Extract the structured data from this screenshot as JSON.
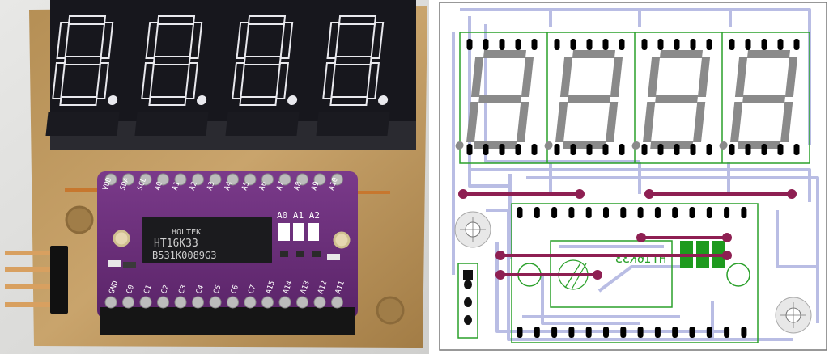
{
  "photo": {
    "chip": {
      "brand": "HOLTEK",
      "model": "HT16K33",
      "code": "B531K0089G3"
    },
    "top_pin_labels": [
      "VDD",
      "SDA",
      "SCL",
      "A0",
      "A1",
      "A2",
      "A3",
      "A4",
      "A5",
      "A6",
      "A7",
      "A8",
      "A9",
      "A10"
    ],
    "bottom_pin_labels": [
      "GND",
      "C0",
      "C1",
      "C2",
      "C3",
      "C4",
      "C5",
      "C6",
      "C7",
      "A15",
      "A14",
      "A13",
      "A12",
      "A11"
    ],
    "jumper_labels": "A0 A1 A2"
  },
  "pcb": {
    "module_label": "HT16K33"
  },
  "colors": {
    "pcb_fr4": "#c6a36b",
    "module_purple": "#6d2f7b",
    "display_body": "#1e1e26",
    "trace": "#b9bde4",
    "silkscreen": "#2aa02a",
    "jumper_wire": "#8e1f52",
    "segment_grey": "#8a8a8a"
  }
}
